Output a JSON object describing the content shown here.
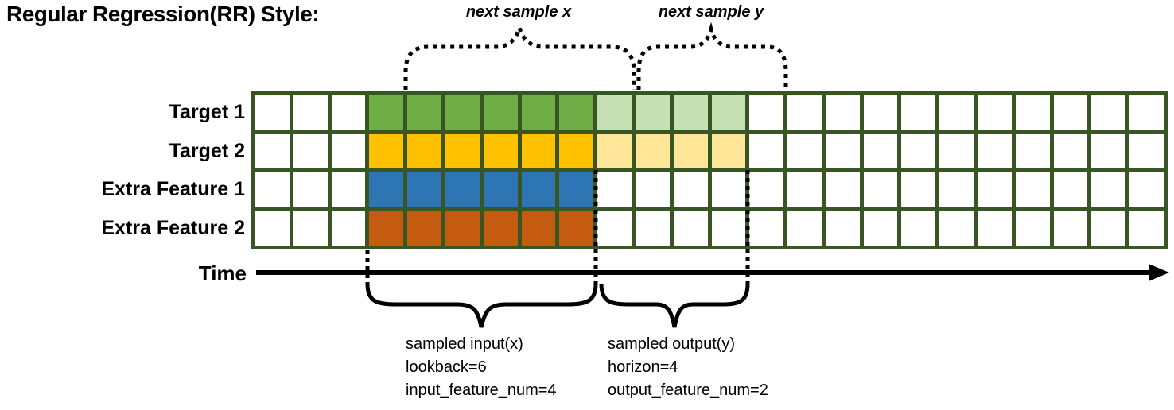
{
  "title": "Regular Regression(RR) Style:",
  "colors": {
    "grid_border": "#375623",
    "cell_white": "#FFFFFF",
    "target_lookback_green": "#70AD47",
    "target_horizon_green": "#C6E0B4",
    "target_lookback_gold": "#FFC000",
    "target_horizon_gold": "#FFE699",
    "extra_feature_blue": "#2E75B6",
    "extra_feature_orange": "#C55A11",
    "annotation": "#000000"
  },
  "top_annotations": {
    "next_sample_x": "next sample x",
    "next_sample_y": "next sample y"
  },
  "time_axis": {
    "label": "Time"
  },
  "grid": {
    "columns": 24,
    "rows": [
      {
        "label": "Target 1",
        "segments": [
          {
            "count": 3,
            "color": "#FFFFFF"
          },
          {
            "count": 6,
            "color": "#70AD47"
          },
          {
            "count": 4,
            "color": "#C6E0B4"
          },
          {
            "count": 11,
            "color": "#FFFFFF"
          }
        ]
      },
      {
        "label": "Target 2",
        "segments": [
          {
            "count": 3,
            "color": "#FFFFFF"
          },
          {
            "count": 6,
            "color": "#FFC000"
          },
          {
            "count": 4,
            "color": "#FFE699"
          },
          {
            "count": 11,
            "color": "#FFFFFF"
          }
        ]
      },
      {
        "label": "Extra Feature 1",
        "segments": [
          {
            "count": 3,
            "color": "#FFFFFF"
          },
          {
            "count": 6,
            "color": "#2E75B6"
          },
          {
            "count": 15,
            "color": "#FFFFFF"
          }
        ]
      },
      {
        "label": "Extra Feature 2",
        "segments": [
          {
            "count": 3,
            "color": "#FFFFFF"
          },
          {
            "count": 6,
            "color": "#C55A11"
          },
          {
            "count": 15,
            "color": "#FFFFFF"
          }
        ]
      }
    ]
  },
  "sampled_input_note": {
    "line1": "sampled input(x)",
    "line2": "lookback=6",
    "line3": "input_feature_num=4"
  },
  "sampled_output_note": {
    "line1": "sampled output(y)",
    "line2": "horizon=4",
    "line3": "output_feature_num=2"
  }
}
